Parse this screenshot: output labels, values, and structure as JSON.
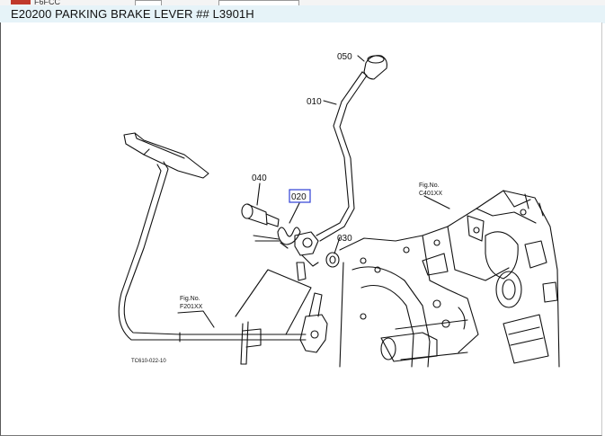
{
  "page": {
    "title": "E20200 PARKING BRAKE LEVER ## L3901H",
    "top_fragment": "F6FCC"
  },
  "callouts": {
    "c050": "050",
    "c010": "010",
    "c040": "040",
    "c020": "020",
    "c030": "030"
  },
  "figrefs": {
    "right_line1": "Fig.No.",
    "right_line2": "C401XX",
    "left_line1": "Fig.No.",
    "left_line2": "F201XX"
  },
  "drawing_code": "TC610-022-10",
  "colors": {
    "header_bg": "#e6f3f8",
    "highlight_box": "#2f3fd6",
    "line": "#111111"
  }
}
